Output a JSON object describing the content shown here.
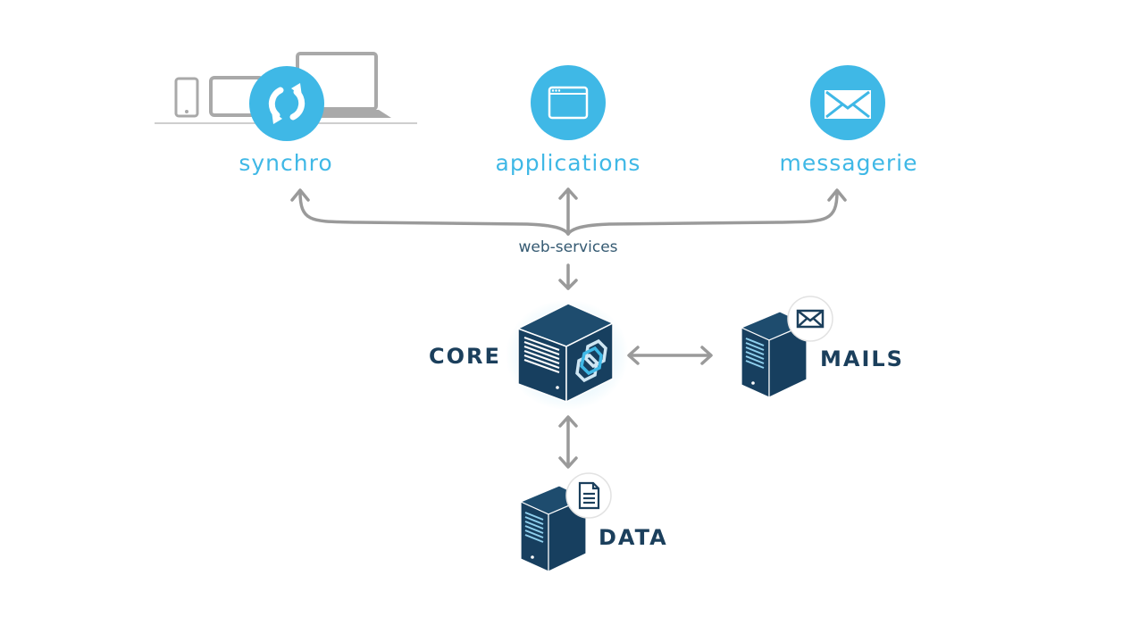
{
  "diagram": {
    "colors": {
      "accent": "#3fb8e6",
      "server": "#173f5f",
      "arrow": "#9a9a9a",
      "device": "#a9a9a9"
    },
    "top_nodes": [
      {
        "label": "synchro",
        "icon": "sync-icon"
      },
      {
        "label": "applications",
        "icon": "browser-window-icon"
      },
      {
        "label": "messagerie",
        "icon": "envelope-icon"
      }
    ],
    "connector_label": "web-services",
    "servers": {
      "core": {
        "label": "CORE",
        "icon": "hexagon-logo-icon"
      },
      "mails": {
        "label": "MAILS",
        "badge": "envelope-icon"
      },
      "data": {
        "label": "DATA",
        "badge": "document-icon"
      }
    }
  }
}
